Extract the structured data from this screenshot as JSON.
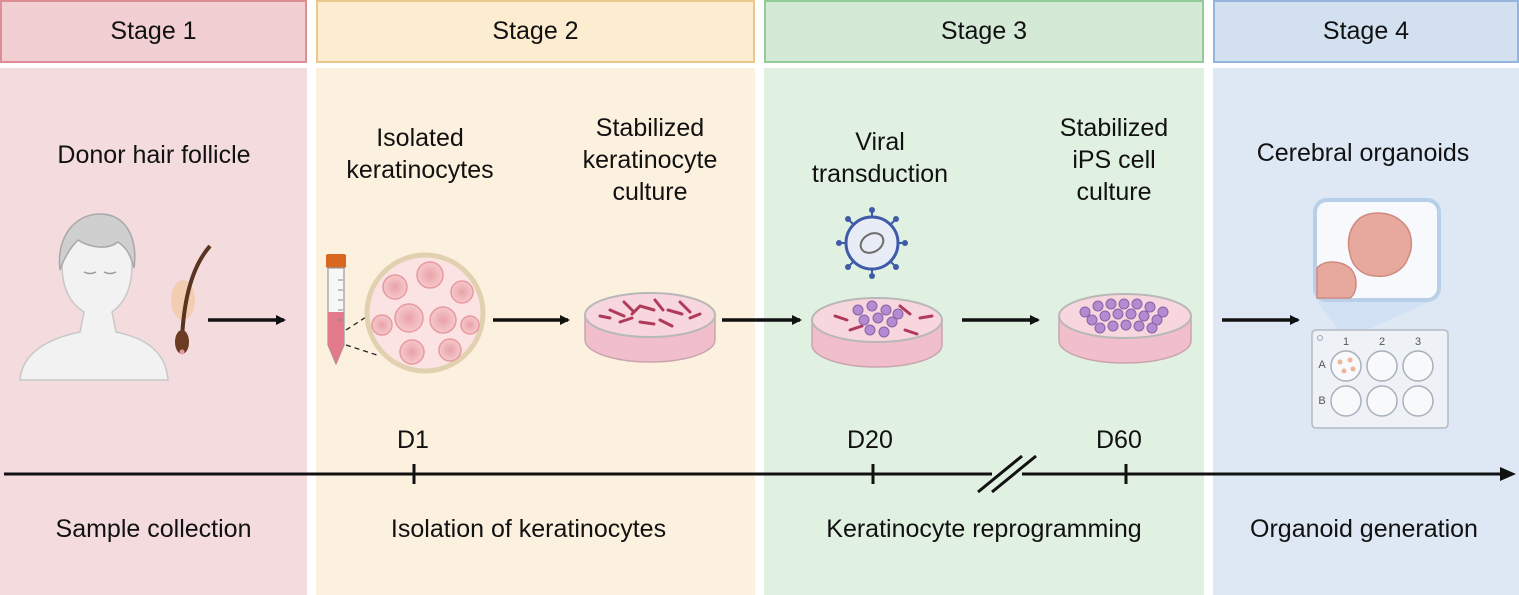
{
  "stages": [
    {
      "title": "Stage 1",
      "label": "Sample collection",
      "header_fill": "#f1cfd2",
      "header_border": "#dd8e95",
      "body_fill": "#f4dcde"
    },
    {
      "title": "Stage 2",
      "label": "Isolation of keratinocytes",
      "header_fill": "#fcecd0",
      "header_border": "#eac88d",
      "body_fill": "#fcf0de"
    },
    {
      "title": "Stage 3",
      "label": "Keratinocyte reprogramming",
      "header_fill": "#d4ead6",
      "header_border": "#94cc99",
      "body_fill": "#e0f0e1"
    },
    {
      "title": "Stage 4",
      "label": "Organoid generation",
      "header_fill": "#d2e0f0",
      "header_border": "#93b4db",
      "body_fill": "#dde8f4"
    }
  ],
  "steps": {
    "donor_hair_follicle": "Donor hair follicle",
    "isolated_keratinocytes": [
      "Isolated",
      "keratinocytes"
    ],
    "stabilized_keratinocyte_culture": [
      "Stabilized",
      "keratinocyte",
      "culture"
    ],
    "viral_transduction": [
      "Viral",
      "transduction"
    ],
    "stabilized_ips_culture": [
      "Stabilized",
      "iPS cell",
      "culture"
    ],
    "cerebral_organoids": "Cerebral organoids"
  },
  "timeline": {
    "ticks": [
      "D1",
      "D20",
      "D60"
    ]
  },
  "plate": {
    "columns": [
      "1",
      "2",
      "3"
    ],
    "rows": [
      "A",
      "B"
    ]
  }
}
